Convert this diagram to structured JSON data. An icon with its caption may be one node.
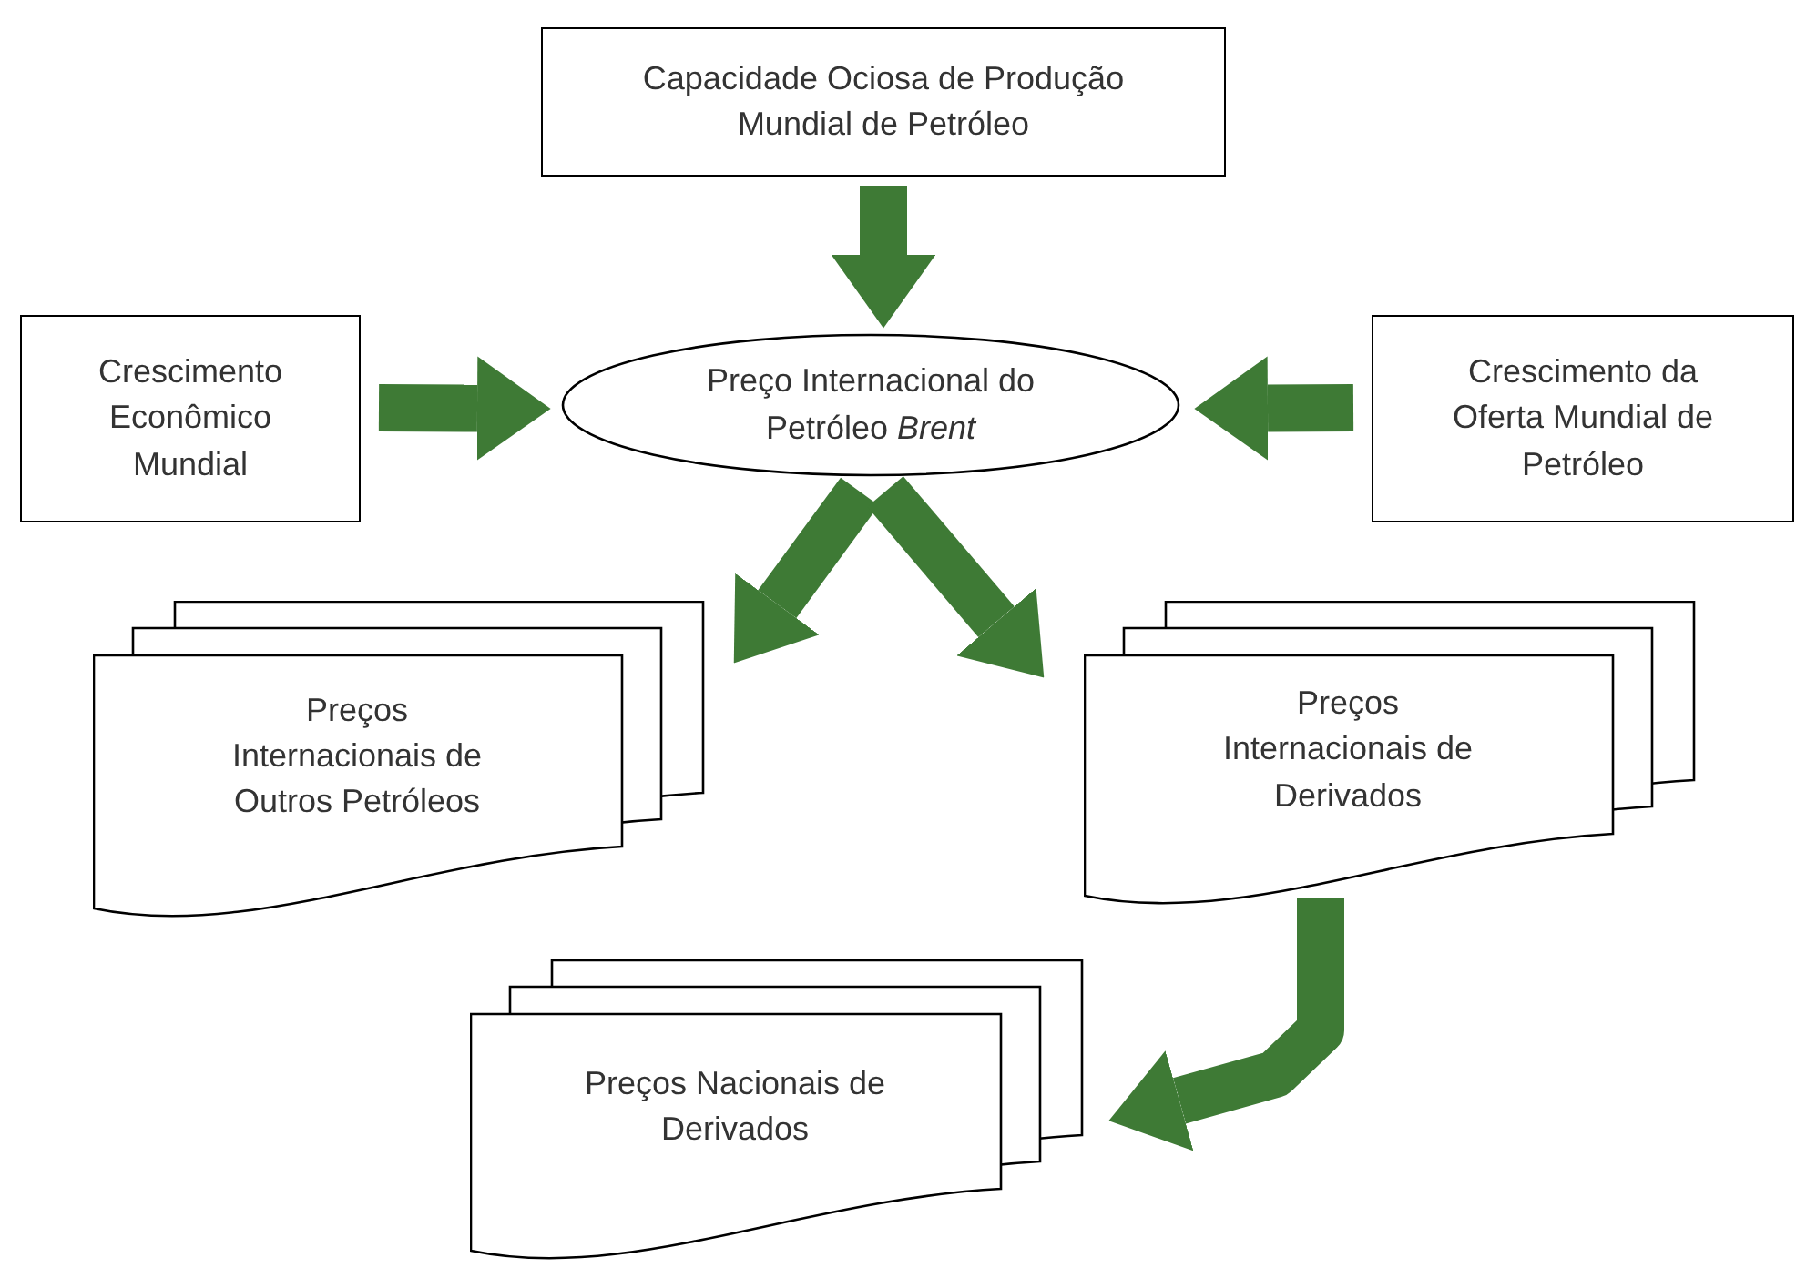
{
  "diagram": {
    "nodes": [
      {
        "text": [
          "Capacidade Ociosa de Produção Mundial de Petróleo"
        ]
      },
      {
        "text": [
          "Crescimento Econômico Mundial"
        ]
      },
      {
        "text": [
          "Preço Internacional do Petróleo *Brent*"
        ]
      },
      {
        "text": [
          "Crescimento da Oferta Mundial de Petróleo"
        ]
      },
      {
        "text": [
          "Preços Internacionais de Outros Petróleos"
        ]
      },
      {
        "text": [
          "Preços Internacionais de Derivados"
        ]
      },
      {
        "text": [
          "Preços Nacionais de Derivados"
        ]
      }
    ],
    "edges": [
      {
        "from": 0,
        "to": 2,
        "arrow": "to"
      },
      {
        "from": 1,
        "to": 2,
        "arrow": "to"
      },
      {
        "from": 3,
        "to": 2,
        "arrow": "to"
      },
      {
        "from": 2,
        "to": 4,
        "arrow": "to"
      },
      {
        "from": 2,
        "to": 5,
        "arrow": "to"
      },
      {
        "from": 5,
        "to": 6,
        "arrow": "to"
      }
    ]
  }
}
